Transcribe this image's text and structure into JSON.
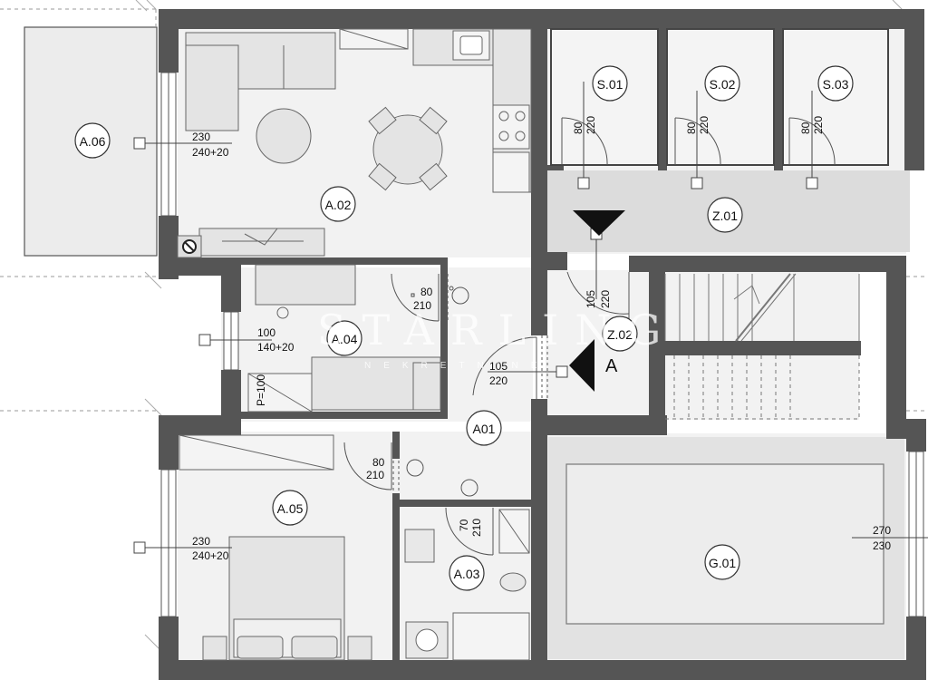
{
  "watermark": {
    "title": "STARLING",
    "subtitle": "NEKRETNINE"
  },
  "rooms": {
    "a06": "A.06",
    "a02": "A.02",
    "a04": "A.04",
    "a01": "A01",
    "a05": "A.05",
    "a03": "A.03",
    "s01": "S.01",
    "s02": "S.02",
    "s03": "S.03",
    "z01": "Z.01",
    "z02": "Z.02",
    "g01": "G.01"
  },
  "section_marker": "A",
  "dimensions": {
    "a02_window_w": "230",
    "a02_window_h": "240+20",
    "a04_window_w": "100",
    "a04_window_h": "140+20",
    "a05_window_w": "230",
    "a05_window_h": "240+20",
    "g01_door_w": "270",
    "g01_door_h": "230",
    "a04_door_w": "80",
    "a04_door_h": "210",
    "a05_door_w": "80",
    "a05_door_h": "210",
    "a03_door_w": "70",
    "a03_door_h": "210",
    "entry_door_w": "105",
    "entry_door_h": "220",
    "z02_door_w": "105",
    "z02_door_h": "220",
    "s01_door_w": "80",
    "s01_door_h": "220",
    "s02_door_w": "80",
    "s02_door_h": "220",
    "s03_door_w": "80",
    "s03_door_h": "220",
    "a04_parapet": "P=100"
  }
}
